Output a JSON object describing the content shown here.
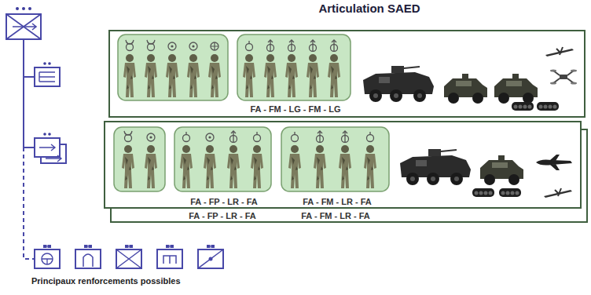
{
  "diagram": {
    "title": "Articulation SAED",
    "nodes": [
      {
        "text": [
          "FA - FM - LG - FM - LG"
        ]
      },
      {
        "text": [
          "FA - FP - LR - FA",
          "FA - FM - LR - FA"
        ]
      },
      {
        "text": [
          "FA - FP - LR - FA",
          "FA - FM - LR - FA"
        ]
      }
    ],
    "labels": [
      "Principaux renforcements possibles"
    ]
  }
}
